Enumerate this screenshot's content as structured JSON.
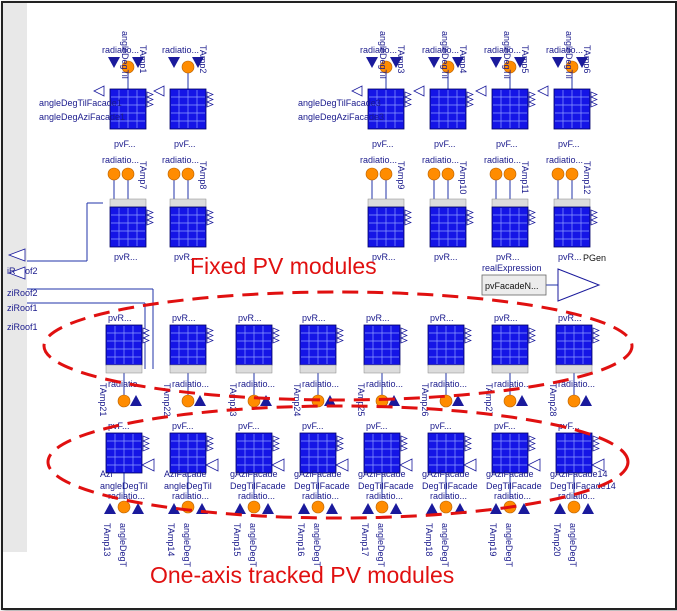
{
  "annotations": {
    "fixed": "Fixed PV modules",
    "tracked": "One-axis tracked PV modules"
  },
  "left_inputs": [
    "ziRoof2",
    "ziRoof1"
  ],
  "left_partial": [
    "iR",
    "of2"
  ],
  "facade_left_labels": [
    "angleDegTilFacade1",
    "angleDegAziFacade1"
  ],
  "facade_left2_labels": [
    "angleDegTilFacade3",
    "angleDegAziFacade3"
  ],
  "output": {
    "block": "pvFacadeN...",
    "real_expression": "realExpression",
    "pgen": "PGen"
  },
  "top_modules": [
    {
      "rad": "radiatio...",
      "tamp": "TAmp1",
      "name": "pvF...",
      "ang": "angleDegTil"
    },
    {
      "rad": "radiatio...",
      "tamp": "TAmp2",
      "name": "pvF...",
      "ang": ""
    },
    {
      "rad": "radiatio...",
      "tamp": "TAmp3",
      "name": "pvF...",
      "ang": "angleDegTil"
    },
    {
      "rad": "radiatio...",
      "tamp": "TAmp4",
      "name": "pvF...",
      "ang": "angleDegTil"
    },
    {
      "rad": "radiatio...",
      "tamp": "TAmp5",
      "name": "pvF...",
      "ang": "angleDegTil"
    },
    {
      "rad": "radiatio...",
      "tamp": "TAmp6",
      "name": "pvF...",
      "ang": "angleDegTil"
    }
  ],
  "roof_modules": [
    {
      "rad": "radiatio...",
      "tamp": "TAmp7",
      "name": "pvR..."
    },
    {
      "rad": "radiatio...",
      "tamp": "TAmp8",
      "name": "pvR..."
    },
    {
      "rad": "radiatio...",
      "tamp": "TAmp9",
      "name": "pvR..."
    },
    {
      "rad": "radiatio...",
      "tamp": "TAmp10",
      "name": "pvR..."
    },
    {
      "rad": "radiatio...",
      "tamp": "TAmp11",
      "name": "pvR..."
    },
    {
      "rad": "radiatio...",
      "tamp": "TAmp12",
      "name": "pvR..."
    }
  ],
  "row3": [
    {
      "name": "pvR...",
      "rad": "radiatio...",
      "tamp": "TAmp21"
    },
    {
      "name": "pvR...",
      "rad": "radiatio...",
      "tamp": "TAmp22"
    },
    {
      "name": "pvR...",
      "rad": "radiatio...",
      "tamp": "TAmp23"
    },
    {
      "name": "pvR...",
      "rad": "radiatio...",
      "tamp": "TAmp24"
    },
    {
      "name": "pvR...",
      "rad": "radiatio...",
      "tamp": "TAmp25"
    },
    {
      "name": "pvR...",
      "rad": "radiatio...",
      "tamp": "TAmp26"
    },
    {
      "name": "pvR...",
      "rad": "radiatio...",
      "tamp": "TAmp27"
    },
    {
      "name": "pvR...",
      "rad": "radiatio...",
      "tamp": "TAmp28"
    }
  ],
  "row4": [
    {
      "name": "pvF...",
      "tamp": "TAmp13",
      "ang": "angleDegT",
      "til": "angleDegTil",
      "azi": "Azi",
      "rad": "radiatio..."
    },
    {
      "name": "pvF...",
      "tamp": "TAmp14",
      "ang": "angleDegT",
      "til": "angleDegTil",
      "azi": "AziFacade",
      "rad": "radiatio..."
    },
    {
      "name": "pvF...",
      "tamp": "TAmp15",
      "ang": "angleDegT",
      "til": "DegTilFacade",
      "azi": "gAziFacade",
      "rad": "radiatio..."
    },
    {
      "name": "pvF...",
      "tamp": "TAmp16",
      "ang": "angleDegT",
      "til": "DegTilFacade",
      "azi": "gAziFacade",
      "rad": "radiatio..."
    },
    {
      "name": "pvF...",
      "tamp": "TAmp17",
      "ang": "angleDegT",
      "til": "DegTilFacade",
      "azi": "gAziFacade",
      "rad": "radiatio..."
    },
    {
      "name": "pvF...",
      "tamp": "TAmp18",
      "ang": "angleDegT",
      "til": "DegTilFacade",
      "azi": "gAziFacade",
      "rad": "radiatio..."
    },
    {
      "name": "pvF...",
      "tamp": "TAmp19",
      "ang": "angleDegT",
      "til": "DegTilFacade",
      "azi": "gAziFacade",
      "rad": "radiatio..."
    },
    {
      "name": "pvF...",
      "tamp": "TAmp20",
      "ang": "angleDegT",
      "til": "DegTilFacade14",
      "azi": "gAziFacade14",
      "rad": "radiatio..."
    }
  ],
  "colors": {
    "module": "#1515e6",
    "grid": "#8f9cff",
    "line": "#2233aa",
    "orange": "#ff8c00",
    "arrow": "#1a1a9c",
    "annotation": "#e01010"
  }
}
